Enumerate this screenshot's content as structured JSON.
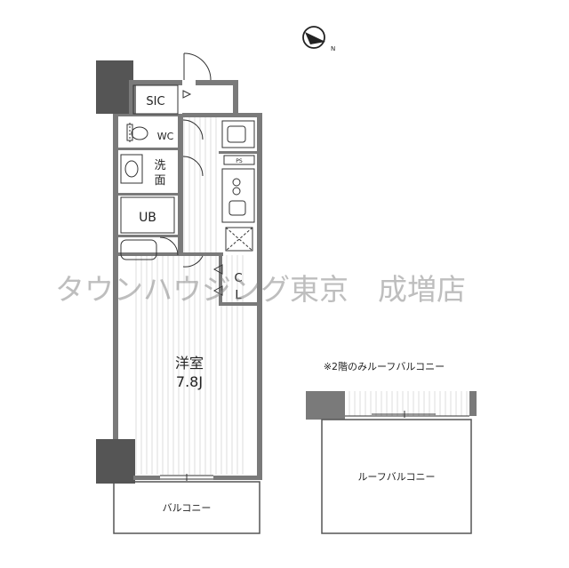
{
  "rooms": {
    "sic": "SIC",
    "wc": "WC",
    "washroom": "洗\n面",
    "bath": "UB",
    "closet": "C\nL",
    "bedroom_name": "洋室",
    "bedroom_size": "7.8J",
    "balcony": "バルコニー",
    "roof_balcony": "ルーフバルコニー",
    "ps": "PS"
  },
  "notes": {
    "roof_note": "※2階のみルーフバルコニー"
  },
  "compass": {
    "north_letter": "N"
  },
  "watermark": {
    "text": "タウンハウジング東京　成増店"
  },
  "colors": {
    "wall": "#7a7a7a",
    "wall_dark": "#555555",
    "line": "#333333",
    "floor_line": "#d8d8d8"
  }
}
